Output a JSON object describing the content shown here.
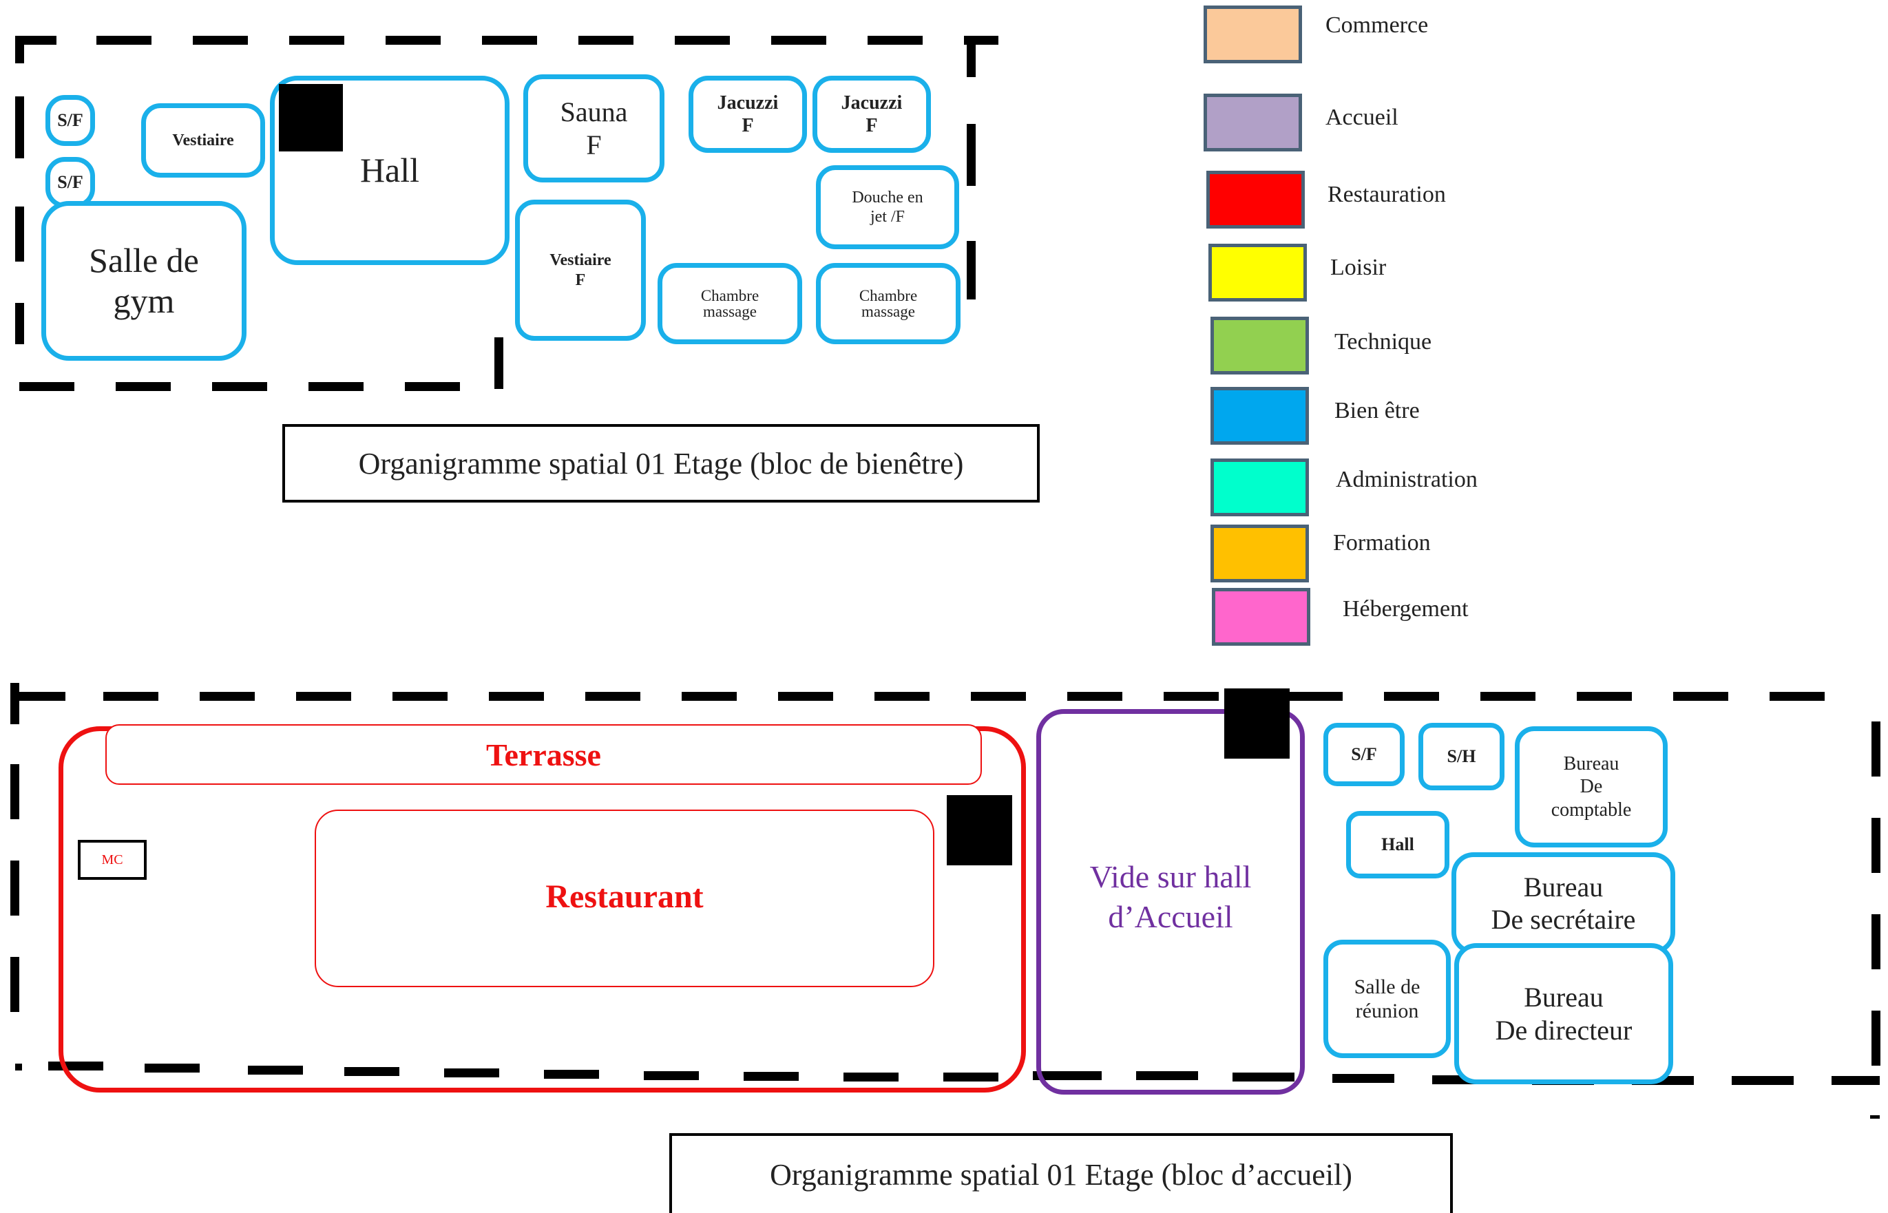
{
  "legend": {
    "items": [
      {
        "label": "Commerce",
        "color": "#fbc99a"
      },
      {
        "label": "Accueil",
        "color": "#b1a0c7"
      },
      {
        "label": "Restauration",
        "color": "#ff0000"
      },
      {
        "label": "Loisir",
        "color": "#ffff00"
      },
      {
        "label": "Technique",
        "color": "#92d050"
      },
      {
        "label": "Bien être",
        "color": "#00a7ee"
      },
      {
        "label": "Administration",
        "color": "#00ffcc"
      },
      {
        "label": "Formation",
        "color": "#ffc000"
      },
      {
        "label": "Hébergement",
        "color": "#ff66cc"
      }
    ]
  },
  "plan_top": {
    "caption": "Organigramme spatial 01 Etage (bloc de bienêtre)",
    "rooms": {
      "sf1": "S/F",
      "sf2": "S/F",
      "vestiaire1": "Vestiaire",
      "hall": "Hall",
      "gym": "Salle de\ngym",
      "sauna": "Sauna\nF",
      "vestiaire2": "Vestiaire\nF",
      "jacuzzi1": "Jacuzzi\nF",
      "jacuzzi2": "Jacuzzi\nF",
      "douche": "Douche en\njet /F",
      "chambre1": "Chambre\nmassage",
      "chambre2": "Chambre\nmassage"
    }
  },
  "plan_bottom": {
    "caption": "Organigramme spatial 01 Etage (bloc d’accueil)",
    "terrasse": "Terrasse",
    "restaurant": "Restaurant",
    "mc": "MC",
    "vide": "Vide sur hall\nd’Accueil",
    "rooms": {
      "sf": "S/F",
      "sh": "S/H",
      "comptable": "Bureau\nDe\ncomptable",
      "hall": "Hall",
      "secretaire": "Bureau\nDe secrétaire",
      "reunion": "Salle de\nréunion",
      "directeur": "Bureau\nDe directeur"
    }
  }
}
